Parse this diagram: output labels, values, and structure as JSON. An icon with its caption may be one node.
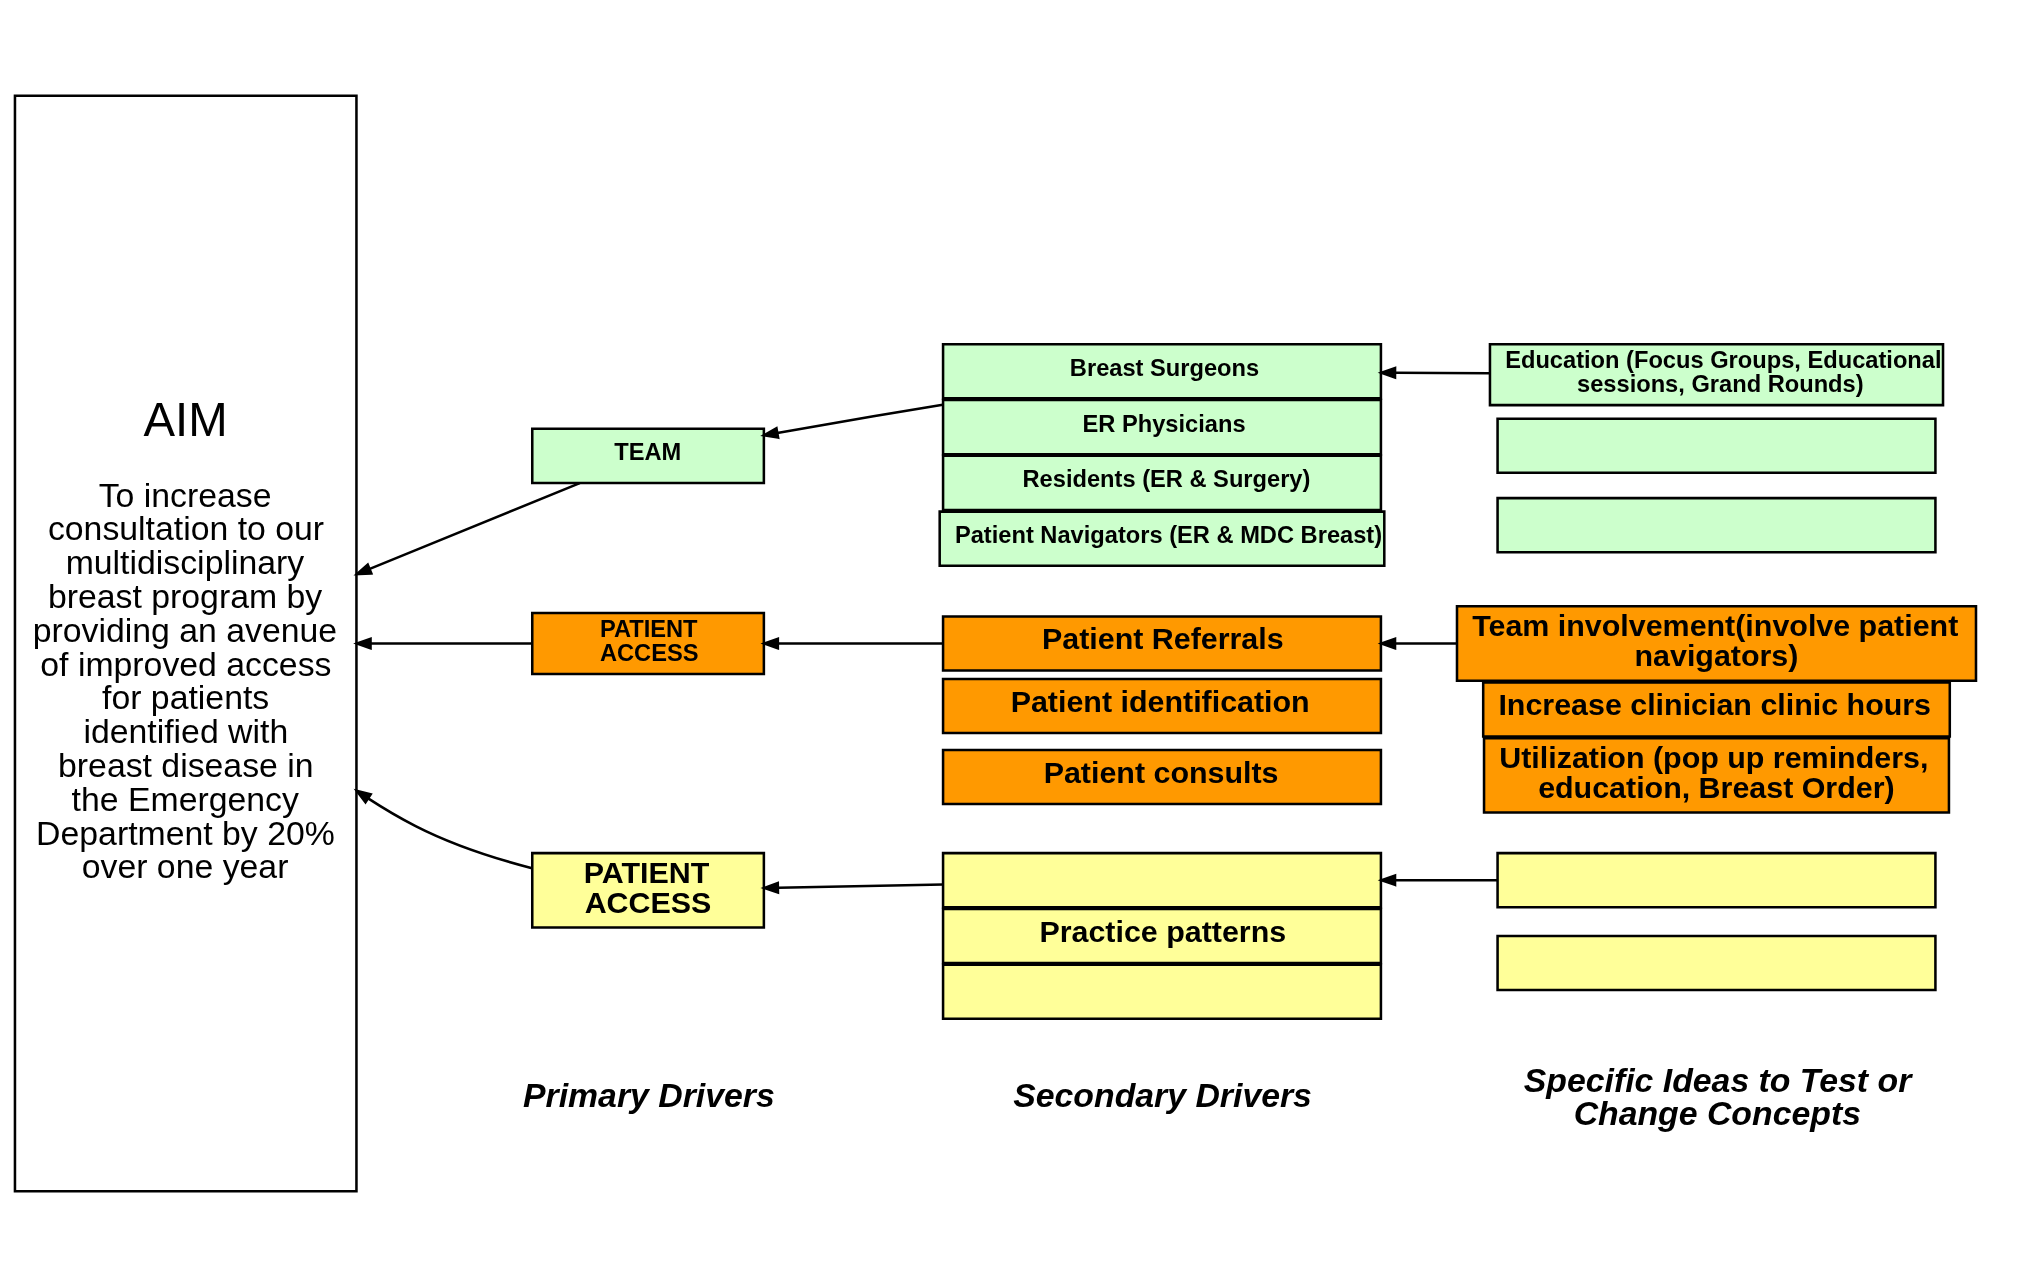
{
  "diagram": {
    "nodes": [
      {
        "text": [
          "AIM",
          "To increase consultation to our multidisciplinary breast program by providing an avenue of improved access for patients identified with breast disease in the Emergency Department by 20% over one year"
        ]
      },
      {
        "text": [
          "TEAM"
        ]
      },
      {
        "text": [
          "PATIENT ACCESS"
        ]
      },
      {
        "text": [
          "PATIENT ACCESS"
        ]
      },
      {
        "text": [
          "ER Physicians"
        ]
      },
      {
        "text": [
          "Breast Surgeons"
        ]
      },
      {
        "text": [
          "Residents (ER & Surgery)"
        ]
      },
      {
        "text": [
          "Patient Navigators (ER & MDC Breast)"
        ]
      },
      {
        "text": [
          "Education (Focus Groups, Educational sessions, Grand Rounds)"
        ]
      },
      {
        "text": [],
        "shape": "box"
      },
      {
        "text": [],
        "shape": "box"
      },
      {
        "text": [
          "Patient identification"
        ]
      },
      {
        "text": [
          "Patient Referrals"
        ]
      },
      {
        "text": [
          "Patient consults"
        ]
      },
      {
        "text": [
          "Team involvement(involve patient navigators)"
        ]
      },
      {
        "text": [
          "Increase clinician clinic hours"
        ]
      },
      {
        "text": [
          "Utilization (pop up reminders, education, Breast Order)"
        ]
      },
      {
        "text": [
          "Practice patterns"
        ]
      },
      {
        "text": [],
        "shape": "box"
      },
      {
        "text": [],
        "shape": "box"
      },
      {
        "text": [],
        "shape": "box"
      },
      {
        "text": [],
        "shape": "box"
      }
    ],
    "edges": [
      {
        "from": 1,
        "to": 0,
        "arrow": "to"
      },
      {
        "from": 5,
        "to": 1,
        "arrow": "to"
      },
      {
        "from": 8,
        "to": 5,
        "arrow": "to"
      },
      {
        "from": 2,
        "to": 0,
        "arrow": "to"
      },
      {
        "from": 12,
        "to": 2,
        "arrow": "to"
      },
      {
        "from": 14,
        "to": 12,
        "arrow": "to"
      },
      {
        "from": 3,
        "to": 0,
        "arrow": "to"
      },
      {
        "from": 18,
        "to": 3,
        "arrow": "to"
      },
      {
        "from": 20,
        "to": 18,
        "arrow": "to"
      }
    ],
    "labels": [
      "Primary Drivers",
      "Secondary Drivers",
      "Specific Ideas to Test or Change Concepts"
    ]
  }
}
